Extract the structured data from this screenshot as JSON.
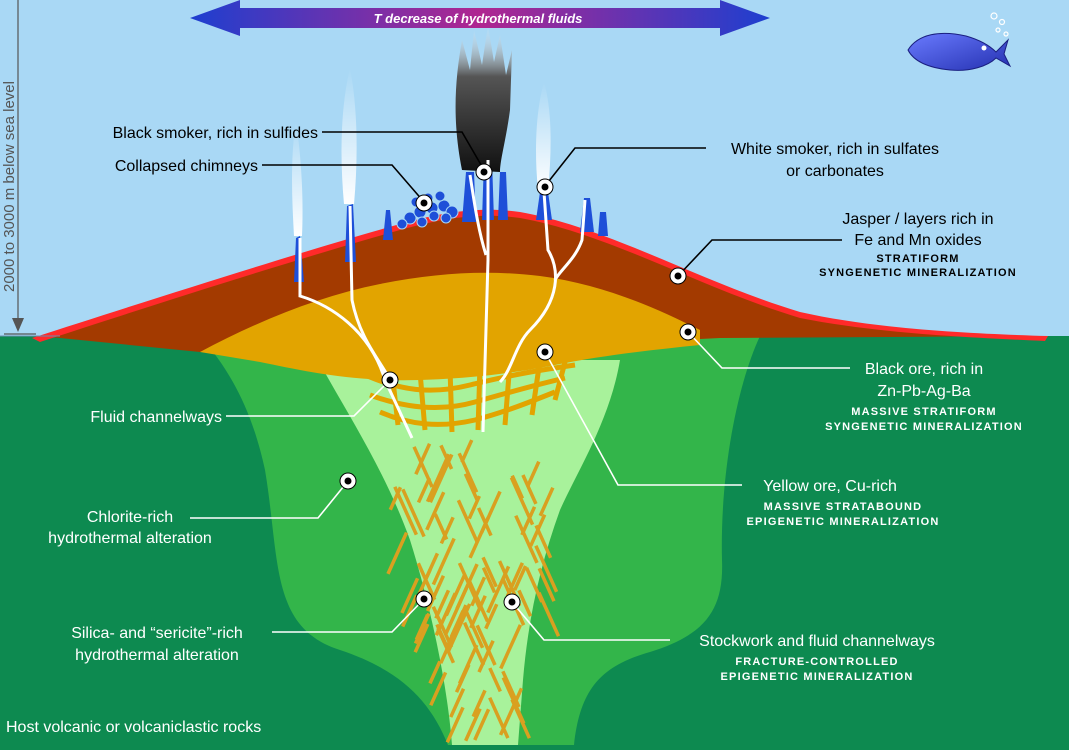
{
  "banner": {
    "text": "T decrease of hydrothermal fluids"
  },
  "depth_scale": {
    "text": "2000 to 3000 m below sea level"
  },
  "labels": {
    "black_smoker": "Black smoker, rich in sulfides",
    "collapsed_chimneys": "Collapsed chimneys",
    "white_smoker_1": "White smoker, rich in sulfates",
    "white_smoker_2": "or carbonates",
    "jasper_1": "Jasper / layers rich in",
    "jasper_2": "Fe and Mn oxides",
    "jasper_cap_1": "STRATIFORM",
    "jasper_cap_2": "SYNGENETIC MINERALIZATION",
    "black_ore_1": "Black ore, rich in",
    "black_ore_2": "Zn-Pb-Ag-Ba",
    "black_ore_cap_1": "MASSIVE STRATIFORM",
    "black_ore_cap_2": "SYNGENETIC MINERALIZATION",
    "fluid_channelways": "Fluid channelways",
    "yellow_ore": "Yellow ore, Cu-rich",
    "yellow_ore_cap_1": "MASSIVE STRATABOUND",
    "yellow_ore_cap_2": "EPIGENETIC MINERALIZATION",
    "chlorite_1": "Chlorite-rich",
    "chlorite_2": "hydrothermal alteration",
    "silica_1": "Silica- and “sericite”-rich",
    "silica_2": "hydrothermal alteration",
    "stockwork": "Stockwork and fluid channelways",
    "stockwork_cap_1": "FRACTURE-CONTROLLED",
    "stockwork_cap_2": "EPIGENETIC MINERALIZATION",
    "host_rocks": "Host volcanic or volcaniclastic rocks"
  },
  "colors": {
    "sea": "#a9d8f5",
    "host_rock": "#0d8a50",
    "chlorite_zone": "#33b54a",
    "silica_zone": "#a8f29b",
    "black_ore": "#a33a00",
    "yellow_ore": "#e2a400",
    "jasper_layer": "#ff2a2a",
    "chimney": "#1e4fd8",
    "stockwork": "#d9a020",
    "banner_left": "#1d3fd0",
    "banner_right": "#d02070"
  },
  "icons": [
    "fish-icon",
    "bubbles-icon",
    "down-arrow-icon",
    "double-arrow-icon",
    "marker-icon"
  ]
}
